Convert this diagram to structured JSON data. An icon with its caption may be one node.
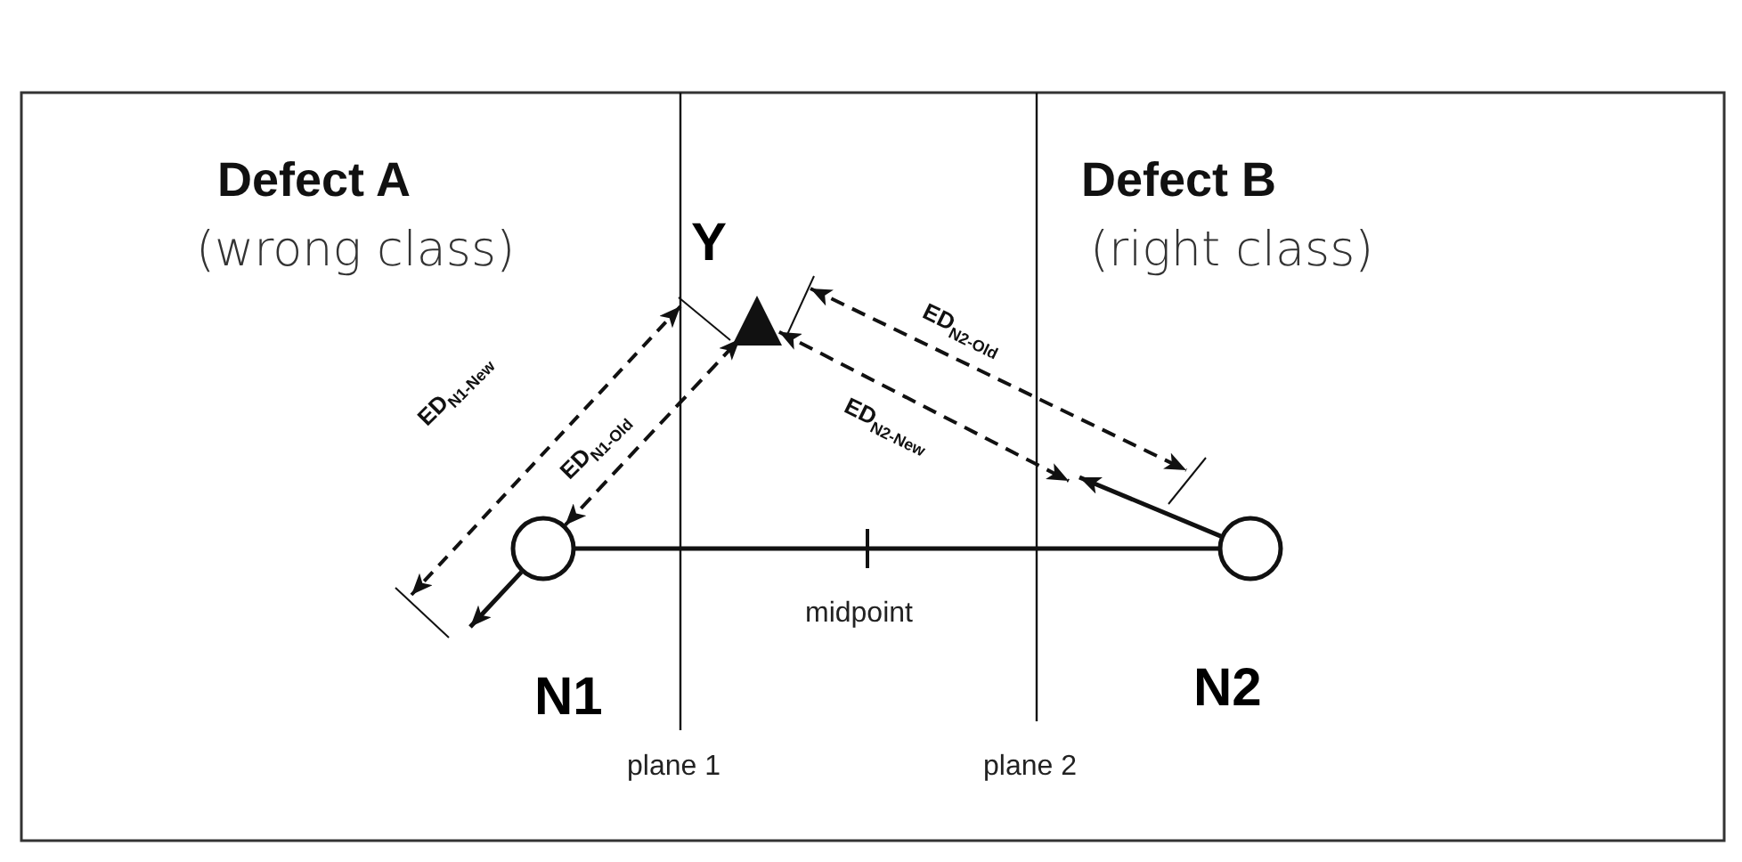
{
  "diagram": {
    "nodes": [
      {
        "text": [
          "N1"
        ]
      },
      {
        "text": [
          "Y"
        ]
      },
      {
        "text": [
          "N2"
        ]
      }
    ],
    "edges": [
      {
        "from": 0,
        "to": 2,
        "arrow": "none"
      },
      {
        "from": 0,
        "to": 1,
        "arrow": "both",
        "style": "dashed",
        "label": "ED$_{N1-Old}$"
      },
      {
        "from": 1,
        "to": null,
        "arrow": "both",
        "style": "dashed",
        "label": "ED$_{N2-New}$"
      },
      {
        "from": 2,
        "to": null,
        "arrow": "to"
      },
      {
        "from": 0,
        "to": null,
        "arrow": "to"
      }
    ],
    "labels": [
      "Defect A",
      "(wrong class)",
      "Defect B",
      "(right class)",
      "ED$_{N1-New}$",
      "ED$_{N2-Old}$",
      "midpoint",
      "plane 1",
      "plane 2"
    ]
  }
}
